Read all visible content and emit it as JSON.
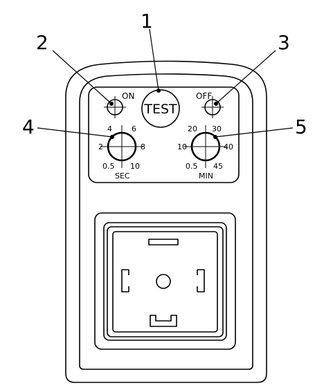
{
  "callouts": [
    "1",
    "2",
    "3",
    "4",
    "5"
  ],
  "test_button": {
    "label": "TEST"
  },
  "on_led": {
    "label": "ON"
  },
  "off_led": {
    "label": "OFF"
  },
  "sec_dial": {
    "unit": "SEC",
    "ticks": {
      "top_left": "4",
      "top_right": "6",
      "left": "2",
      "right": "8",
      "bottom_left": "0.5",
      "bottom_right": "10"
    }
  },
  "min_dial": {
    "unit": "MIN",
    "ticks": {
      "top_left": "20",
      "top_right": "30",
      "left": "10",
      "right": "40",
      "bottom_left": "0.5",
      "bottom_right": "45"
    }
  },
  "colors": {
    "line": "#000000",
    "background": "#ffffff"
  }
}
